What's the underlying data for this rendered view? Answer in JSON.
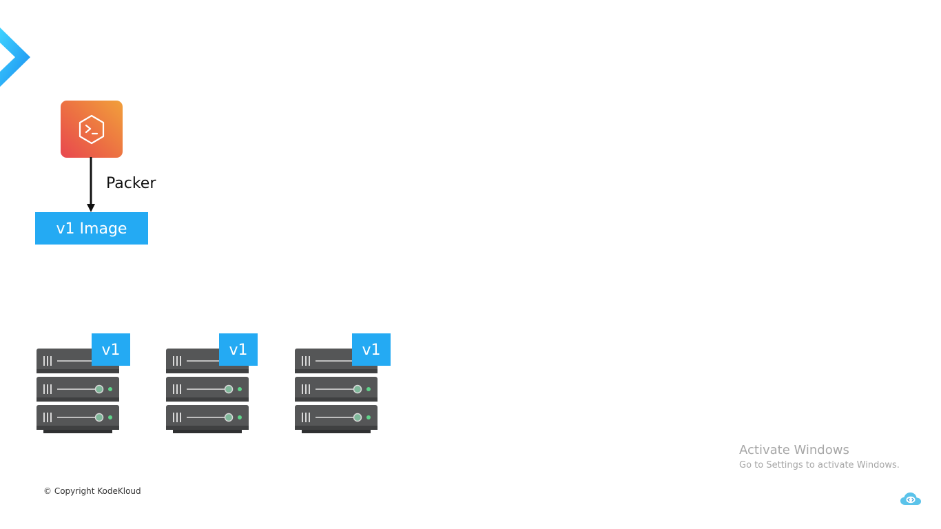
{
  "diagram": {
    "tool_label": "Packer",
    "image_label": "v1 Image",
    "servers": [
      {
        "version": "v1"
      },
      {
        "version": "v1"
      },
      {
        "version": "v1"
      }
    ]
  },
  "footer": {
    "copyright": "© Copyright KodeKloud"
  },
  "os_watermark": {
    "title": "Activate Windows",
    "subtitle": "Go to Settings to activate Windows."
  },
  "icons": {
    "corner": "chevron-right-icon",
    "tool": "packer-logo-icon",
    "server": "server-rack-icon",
    "tray": "cloud-icon"
  },
  "colors": {
    "accent_blue": "#24aaf3",
    "packer_gradient_start": "#f1a03b",
    "packer_gradient_end": "#e8474f",
    "server_body": "#555657",
    "server_led": "#5fd38a"
  }
}
